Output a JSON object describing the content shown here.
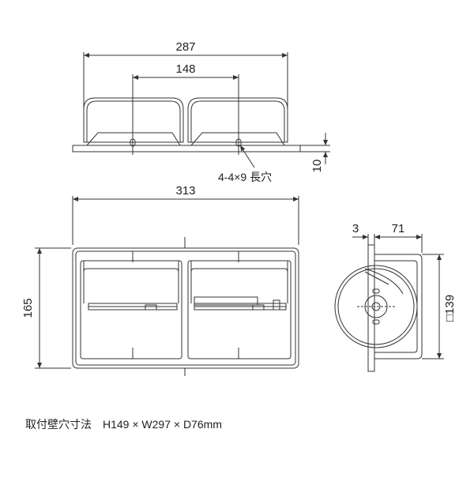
{
  "colors": {
    "line": "#333333",
    "text": "#222222",
    "background": "#ffffff"
  },
  "top_view": {
    "dim_overall_width": "287",
    "dim_hole_pitch": "148",
    "dim_flange_offset": "10",
    "hole_note": "4-4×9 長穴"
  },
  "front_view": {
    "dim_overall_width": "313",
    "dim_overall_height": "165"
  },
  "side_view": {
    "dim_flange_thickness": "3",
    "dim_depth": "71",
    "dim_square_size": "□139"
  },
  "caption": "取付壁穴寸法　H149 × W297 × D76mm"
}
